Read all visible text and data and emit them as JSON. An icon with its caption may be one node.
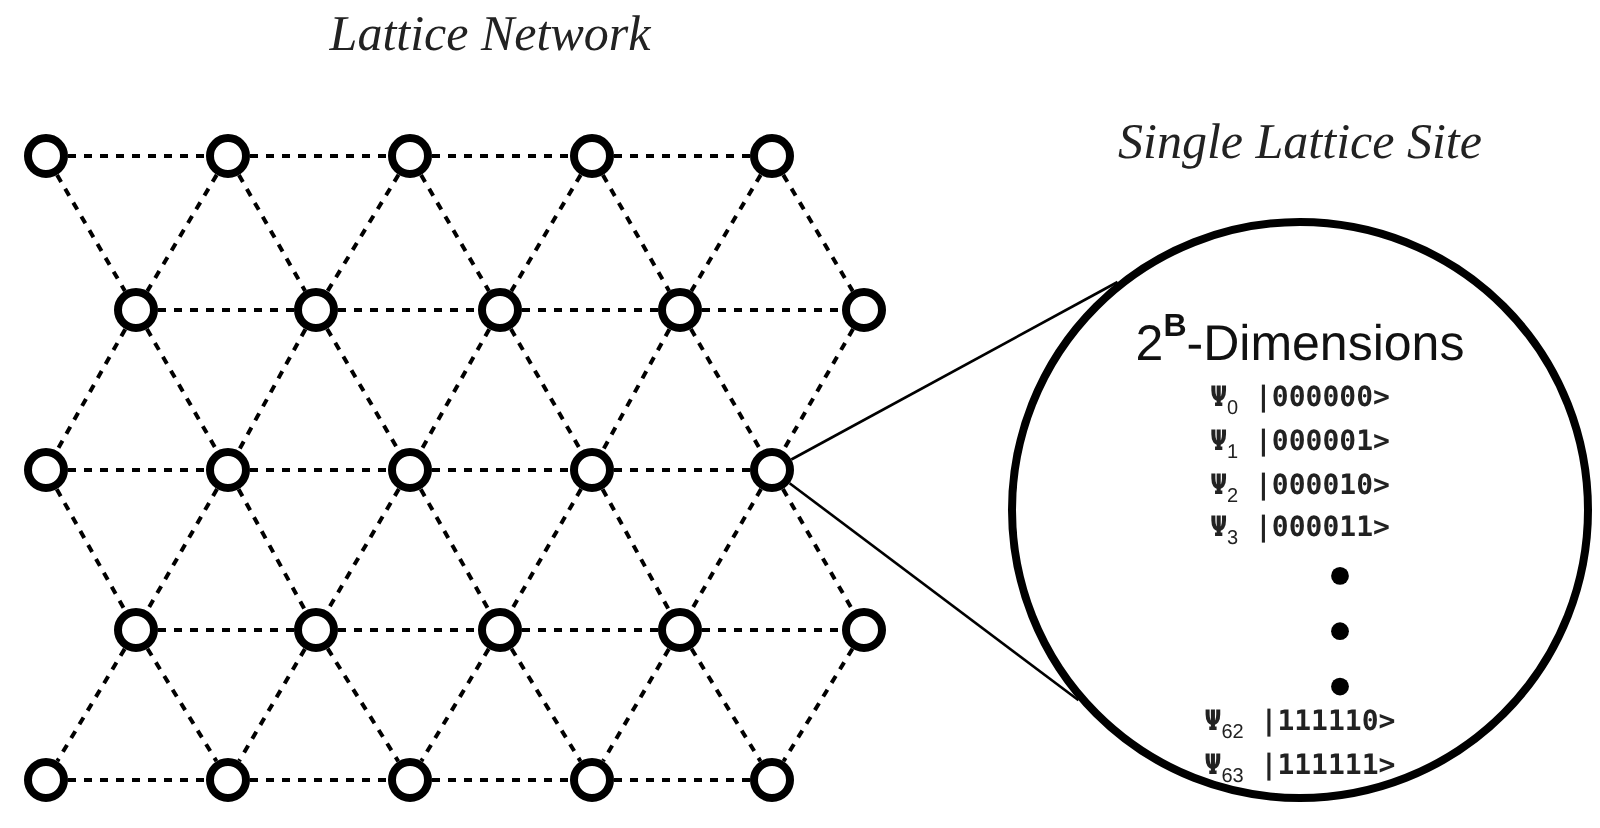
{
  "diagram": {
    "title": "Lattice Network",
    "nodes": [
      {
        "text": [],
        "shape": "circle"
      },
      {
        "text": [],
        "shape": "circle"
      },
      {
        "text": [],
        "shape": "circle"
      },
      {
        "text": [],
        "shape": "circle"
      },
      {
        "text": [],
        "shape": "circle"
      },
      {
        "text": [],
        "shape": "circle"
      },
      {
        "text": [],
        "shape": "circle"
      },
      {
        "text": [],
        "shape": "circle"
      },
      {
        "text": [],
        "shape": "circle"
      },
      {
        "text": [],
        "shape": "circle"
      },
      {
        "text": [],
        "shape": "circle"
      },
      {
        "text": [],
        "shape": "circle"
      },
      {
        "text": [],
        "shape": "circle"
      },
      {
        "text": [],
        "shape": "circle"
      },
      {
        "text": [],
        "shape": "circle"
      },
      {
        "text": [],
        "shape": "circle"
      },
      {
        "text": [],
        "shape": "circle"
      },
      {
        "text": [],
        "shape": "circle"
      },
      {
        "text": [],
        "shape": "circle"
      },
      {
        "text": [],
        "shape": "circle"
      },
      {
        "text": [],
        "shape": "circle"
      },
      {
        "text": [],
        "shape": "circle"
      },
      {
        "text": [],
        "shape": "circle"
      },
      {
        "text": [],
        "shape": "circle"
      },
      {
        "text": [],
        "shape": "circle"
      },
      {
        "text": [
          "2$^{B}$-Dimensions",
          "Ψ$_{0}$ |000000>",
          "Ψ$_{1}$ |000001>",
          "Ψ$_{2}$ |000010>",
          "Ψ$_{3}$ |000011>",
          "Ψ$_{62}$ |111110>",
          "Ψ$_{63}$ |111111>"
        ],
        "beside": [
          "Single Lattice Site"
        ]
      }
    ],
    "edges": [
      {
        "from": 0,
        "to": 1,
        "arrow": "none",
        "style": "dashed"
      },
      {
        "from": 1,
        "to": 2,
        "arrow": "none",
        "style": "dashed"
      },
      {
        "from": 2,
        "to": 3,
        "arrow": "none",
        "style": "dashed"
      },
      {
        "from": 3,
        "to": 4,
        "arrow": "none",
        "style": "dashed"
      },
      {
        "from": 5,
        "to": 6,
        "arrow": "none",
        "style": "dashed"
      },
      {
        "from": 6,
        "to": 7,
        "arrow": "none",
        "style": "dashed"
      },
      {
        "from": 7,
        "to": 8,
        "arrow": "none",
        "style": "dashed"
      },
      {
        "from": 8,
        "to": 9,
        "arrow": "none",
        "style": "dashed"
      },
      {
        "from": 10,
        "to": 11,
        "arrow": "none",
        "style": "dashed"
      },
      {
        "from": 11,
        "to": 12,
        "arrow": "none",
        "style": "dashed"
      },
      {
        "from": 12,
        "to": 13,
        "arrow": "none",
        "style": "dashed"
      },
      {
        "from": 13,
        "to": 14,
        "arrow": "none",
        "style": "dashed"
      },
      {
        "from": 15,
        "to": 16,
        "arrow": "none",
        "style": "dashed"
      },
      {
        "from": 16,
        "to": 17,
        "arrow": "none",
        "style": "dashed"
      },
      {
        "from": 17,
        "to": 18,
        "arrow": "none",
        "style": "dashed"
      },
      {
        "from": 18,
        "to": 19,
        "arrow": "none",
        "style": "dashed"
      },
      {
        "from": 20,
        "to": 21,
        "arrow": "none",
        "style": "dashed"
      },
      {
        "from": 21,
        "to": 22,
        "arrow": "none",
        "style": "dashed"
      },
      {
        "from": 22,
        "to": 23,
        "arrow": "none",
        "style": "dashed"
      },
      {
        "from": 23,
        "to": 24,
        "arrow": "none",
        "style": "dashed"
      },
      {
        "from": 0,
        "to": 5,
        "arrow": "none",
        "style": "dashed"
      },
      {
        "from": 1,
        "to": 6,
        "arrow": "none",
        "style": "dashed"
      },
      {
        "from": 2,
        "to": 7,
        "arrow": "none",
        "style": "dashed"
      },
      {
        "from": 3,
        "to": 8,
        "arrow": "none",
        "style": "dashed"
      },
      {
        "from": 4,
        "to": 9,
        "arrow": "none",
        "style": "dashed"
      },
      {
        "from": 1,
        "to": 5,
        "arrow": "none",
        "style": "dashed"
      },
      {
        "from": 2,
        "to": 6,
        "arrow": "none",
        "style": "dashed"
      },
      {
        "from": 3,
        "to": 7,
        "arrow": "none",
        "style": "dashed"
      },
      {
        "from": 4,
        "to": 8,
        "arrow": "none",
        "style": "dashed"
      },
      {
        "from": 5,
        "to": 10,
        "arrow": "none",
        "style": "dashed"
      },
      {
        "from": 6,
        "to": 11,
        "arrow": "none",
        "style": "dashed"
      },
      {
        "from": 7,
        "to": 12,
        "arrow": "none",
        "style": "dashed"
      },
      {
        "from": 8,
        "to": 13,
        "arrow": "none",
        "style": "dashed"
      },
      {
        "from": 9,
        "to": 14,
        "arrow": "none",
        "style": "dashed"
      },
      {
        "from": 5,
        "to": 11,
        "arrow": "none",
        "style": "dashed"
      },
      {
        "from": 6,
        "to": 12,
        "arrow": "none",
        "style": "dashed"
      },
      {
        "from": 7,
        "to": 13,
        "arrow": "none",
        "style": "dashed"
      },
      {
        "from": 8,
        "to": 14,
        "arrow": "none",
        "style": "dashed"
      },
      {
        "from": 10,
        "to": 15,
        "arrow": "none",
        "style": "dashed"
      },
      {
        "from": 11,
        "to": 16,
        "arrow": "none",
        "style": "dashed"
      },
      {
        "from": 12,
        "to": 17,
        "arrow": "none",
        "style": "dashed"
      },
      {
        "from": 13,
        "to": 18,
        "arrow": "none",
        "style": "dashed"
      },
      {
        "from": 14,
        "to": 19,
        "arrow": "none",
        "style": "dashed"
      },
      {
        "from": 11,
        "to": 15,
        "arrow": "none",
        "style": "dashed"
      },
      {
        "from": 12,
        "to": 16,
        "arrow": "none",
        "style": "dashed"
      },
      {
        "from": 13,
        "to": 17,
        "arrow": "none",
        "style": "dashed"
      },
      {
        "from": 14,
        "to": 18,
        "arrow": "none",
        "style": "dashed"
      },
      {
        "from": 15,
        "to": 20,
        "arrow": "none",
        "style": "dashed"
      },
      {
        "from": 16,
        "to": 21,
        "arrow": "none",
        "style": "dashed"
      },
      {
        "from": 17,
        "to": 22,
        "arrow": "none",
        "style": "dashed"
      },
      {
        "from": 18,
        "to": 23,
        "arrow": "none",
        "style": "dashed"
      },
      {
        "from": 19,
        "to": 24,
        "arrow": "none",
        "style": "dashed"
      },
      {
        "from": 15,
        "to": 21,
        "arrow": "none",
        "style": "dashed"
      },
      {
        "from": 16,
        "to": 22,
        "arrow": "none",
        "style": "dashed"
      },
      {
        "from": 17,
        "to": 23,
        "arrow": "none",
        "style": "dashed"
      },
      {
        "from": 18,
        "to": 24,
        "arrow": "none",
        "style": "dashed"
      },
      {
        "from": 14,
        "to": 25,
        "arrow": "none"
      },
      {
        "from": 14,
        "to": 25,
        "arrow": "none"
      }
    ]
  }
}
